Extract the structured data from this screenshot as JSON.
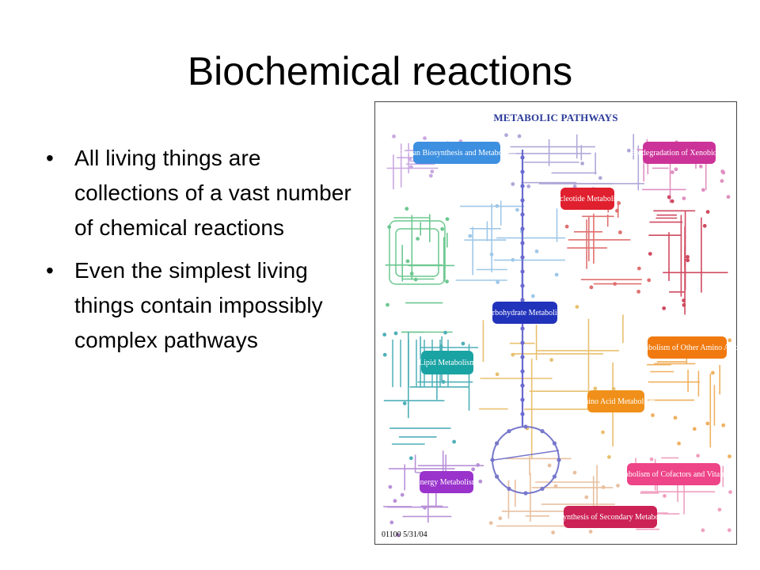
{
  "slide": {
    "title": "Biochemical reactions",
    "bullets": [
      "All living things are collections of a vast number of chemical reactions",
      "Even the simplest living things contain impossibly complex pathways"
    ]
  },
  "figure": {
    "title": "METABOLIC PATHWAYS",
    "code": "01100  5/31/04",
    "pathways": [
      {
        "label": "Glycan Biosynthesis and Metabolism",
        "color": "#3d8fe0"
      },
      {
        "label": "Biodegradation of Xenobiotics",
        "color": "#cc3399"
      },
      {
        "label": "Nucleotide Metabolism",
        "color": "#e0202e"
      },
      {
        "label": "Carbohydrate Metabolism",
        "color": "#2233bb"
      },
      {
        "label": "Metabolism of Other Amino Acids",
        "color": "#f07a10"
      },
      {
        "label": "Lipid Metabolism",
        "color": "#1aa3a3"
      },
      {
        "label": "Amino Acid Metabolism",
        "color": "#f0901a"
      },
      {
        "label": "Energy Metabolism",
        "color": "#9933cc"
      },
      {
        "label": "Metabolism of Cofactors and Vitamins",
        "color": "#ee4488"
      },
      {
        "label": "Biosynthesis of Secondary Metabolites",
        "color": "#cc2255"
      }
    ]
  }
}
